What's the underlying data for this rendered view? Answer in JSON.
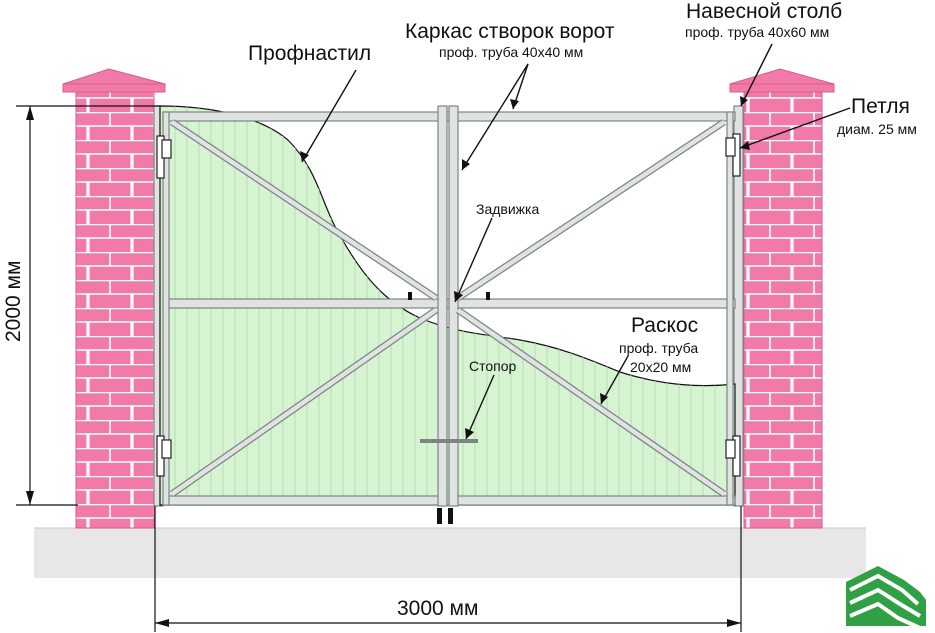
{
  "labels": {
    "profnastil": "Профнастил",
    "frame_title": "Каркас створок ворот",
    "frame_spec": "проф. труба 40х40 мм",
    "post_title": "Навесной столб",
    "post_spec": "проф. труба 40х60 мм",
    "hinge_title": "Петля",
    "hinge_spec": "диам. 25 мм",
    "latch": "Задвижка",
    "brace_title": "Раскос",
    "brace_spec_1": "проф. труба",
    "brace_spec_2": "20х20 мм",
    "stopper": "Стопор"
  },
  "dimensions": {
    "height": "2000 мм",
    "width": "3000 мм"
  },
  "colors": {
    "brick": "#f27aa8",
    "sheet": "#d6f3d2",
    "frame": "#dfe3e2",
    "ground": "#e7e7e7",
    "logo": "#2fa043"
  },
  "icons": {
    "logo": "green-stairs-logo-icon"
  }
}
